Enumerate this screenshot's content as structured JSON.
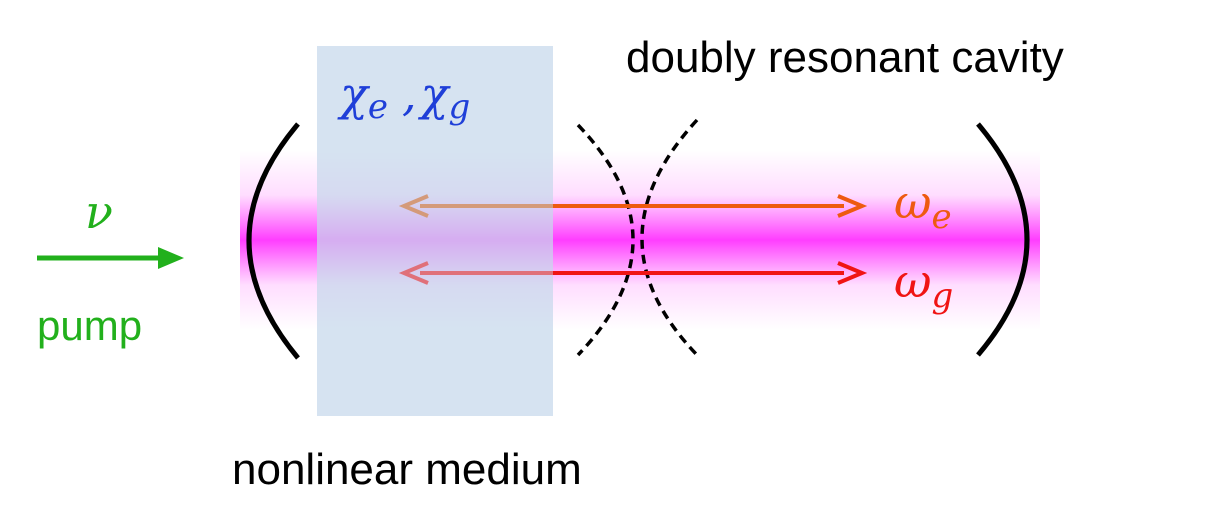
{
  "labels": {
    "cavity": "doubly resonant cavity",
    "medium": "nonlinear medium",
    "pump_symbol": "ν",
    "pump": "pump",
    "chi_e": "χ",
    "chi_e_sub": "e",
    "chi_sep": ",",
    "chi_g": "χ",
    "chi_g_sub": "g",
    "omega_e": "ω",
    "omega_e_sub": "e",
    "omega_g": "ω",
    "omega_g_sub": "g"
  },
  "colors": {
    "pump": "#22b01c",
    "chi": "#1f3fd8",
    "omega_e": "#ee5a10",
    "omega_g": "#f01414",
    "medium_fill": "#c6d8ec",
    "beam": "#ff44ff",
    "mirror": "#000000"
  }
}
